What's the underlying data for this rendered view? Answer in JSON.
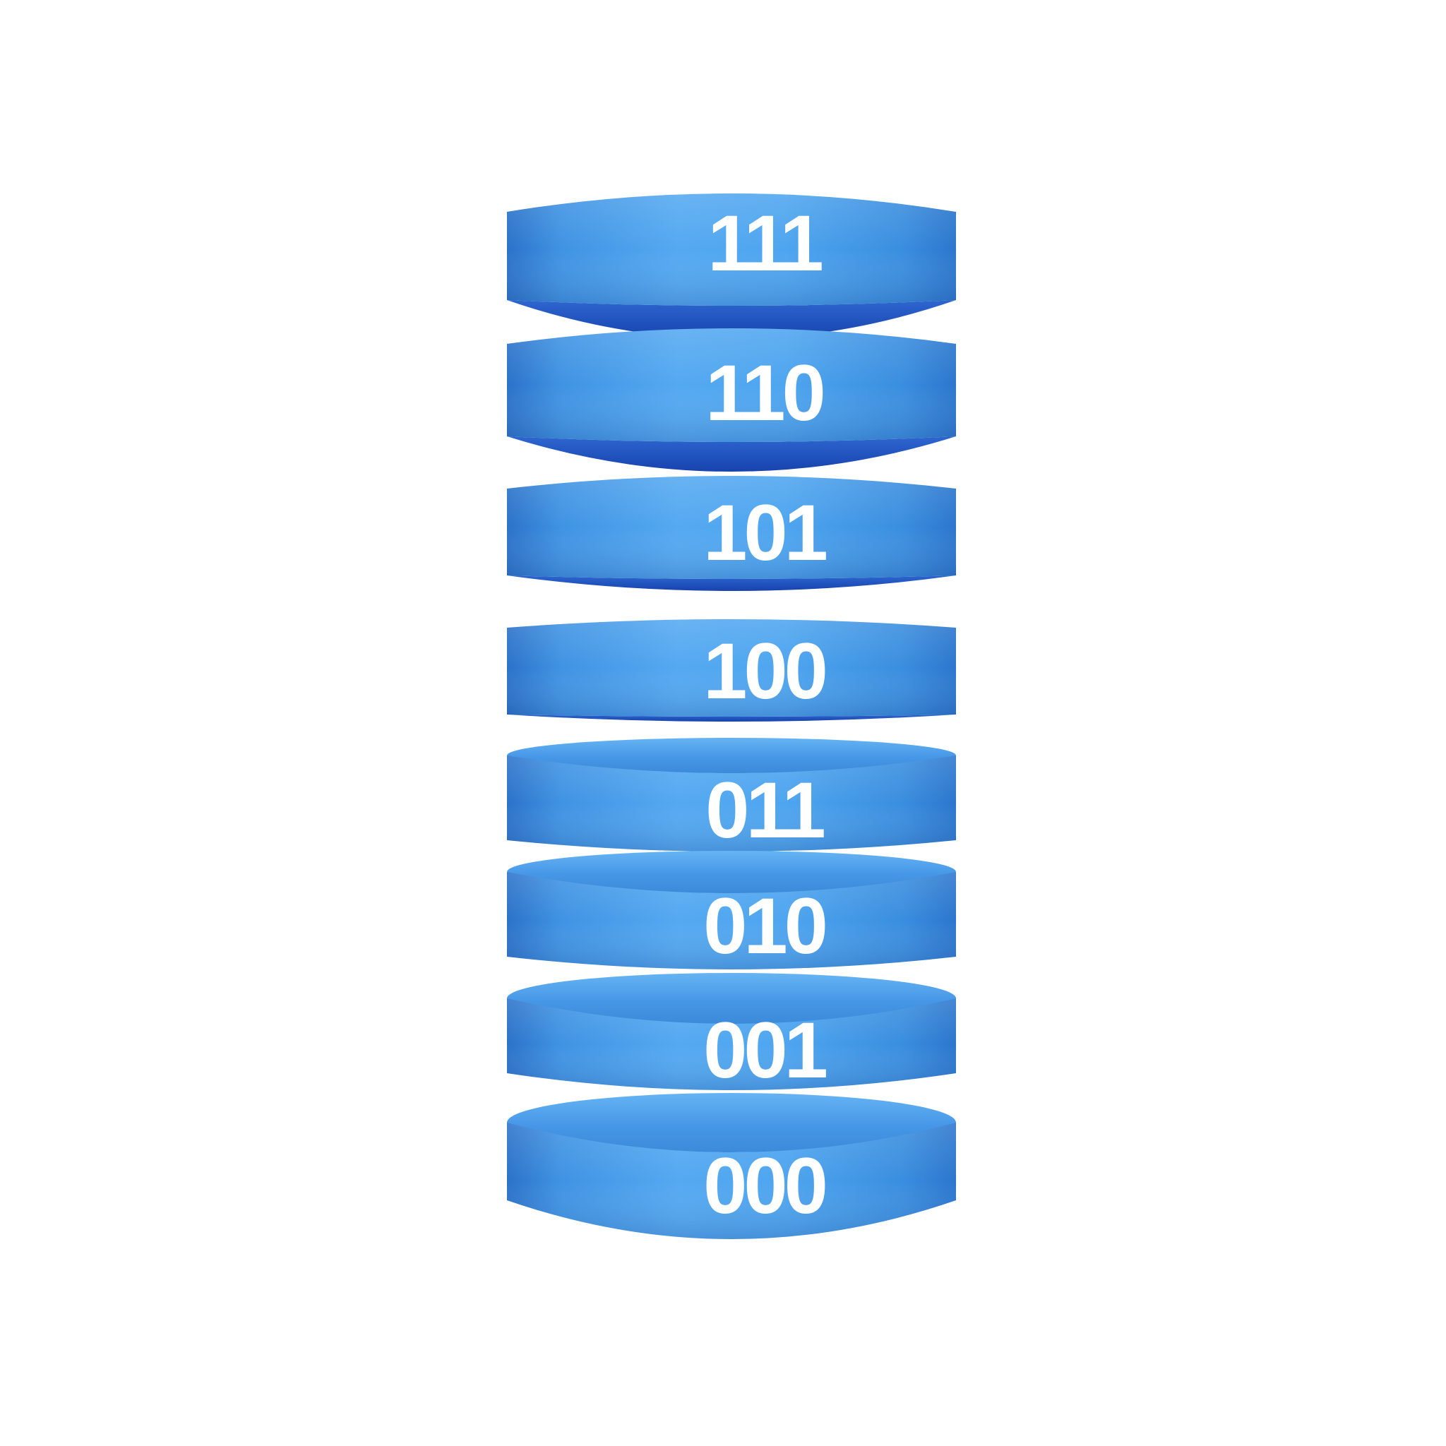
{
  "illustration": {
    "background_color": "#ffffff",
    "disc_front_color": "#4aa2ee",
    "disc_edge_color": "#2b72c9",
    "disc_underside_color": "#1f52c0",
    "disc_top_face_color": "#4596e6",
    "label_color": "#ffffff",
    "discs": [
      {
        "label": "111"
      },
      {
        "label": "110"
      },
      {
        "label": "101"
      },
      {
        "label": "100"
      },
      {
        "label": "011"
      },
      {
        "label": "010"
      },
      {
        "label": "001"
      },
      {
        "label": "000"
      }
    ]
  }
}
